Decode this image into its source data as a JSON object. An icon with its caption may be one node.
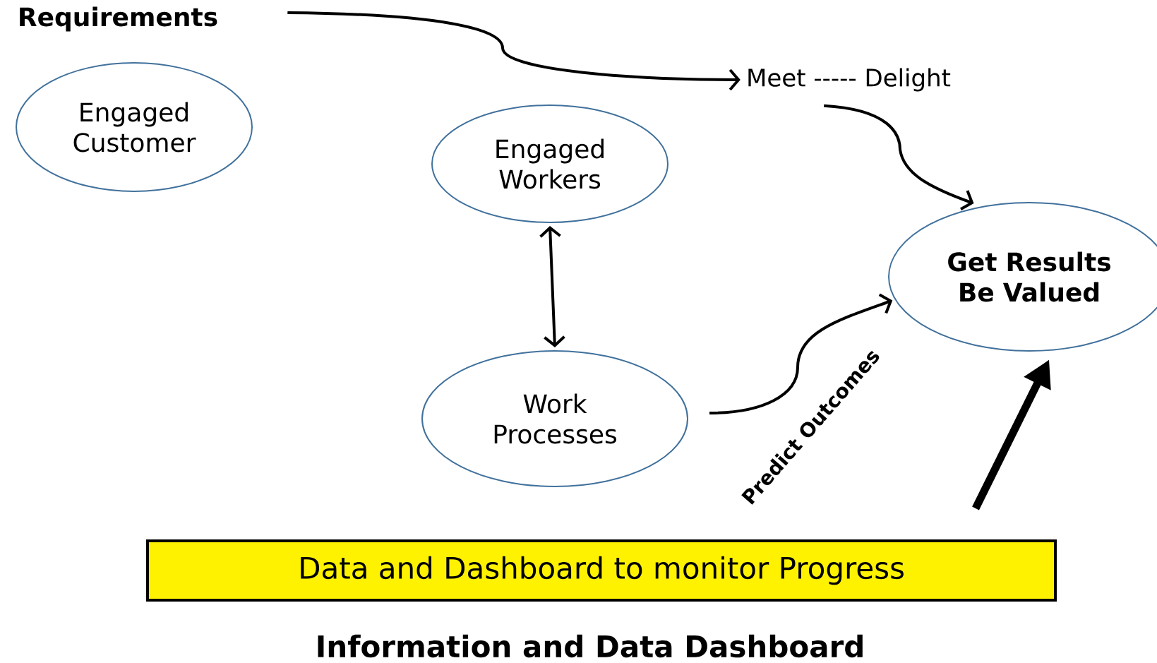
{
  "diagram": {
    "caption": "Information and Data Dashboard",
    "nodes": [
      {
        "text": [
          "Requirements"
        ]
      },
      {
        "text": [
          "Engaged Customer"
        ]
      },
      {
        "text": [
          "Meet ----- Delight"
        ]
      },
      {
        "text": [
          "Engaged Workers"
        ]
      },
      {
        "text": [
          "Get Results Be Valued"
        ]
      },
      {
        "text": [
          "Work Processes"
        ]
      },
      {
        "text": [
          "Data and Dashboard to monitor Progress"
        ]
      }
    ],
    "edges": [
      {
        "from": 0,
        "to": 2,
        "arrow": "to"
      },
      {
        "from": 2,
        "to": 4,
        "arrow": "to"
      },
      {
        "from": 3,
        "to": 5,
        "arrow": "both"
      },
      {
        "from": 5,
        "to": 4,
        "arrow": "to",
        "label": "Predict Outcomes"
      },
      {
        "from": 6,
        "to": 4,
        "arrow": "to",
        "style": "thick"
      }
    ]
  }
}
